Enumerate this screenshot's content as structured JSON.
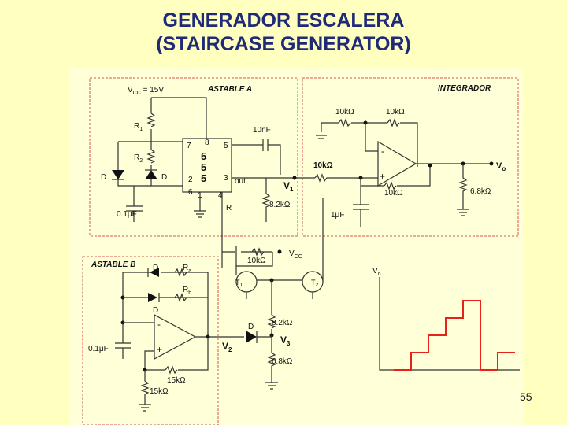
{
  "slide": {
    "title_line1": "GENERADOR ESCALERA",
    "title_line2": "(STAIRCASE GENERATOR)",
    "page_number": "55"
  },
  "colors": {
    "background": "#ffffc0",
    "title": "#1f2a78",
    "panel": "#ffffd8",
    "dashed_box": "#d9534f",
    "wire": "#333333",
    "staircase": "#e8221b"
  },
  "circuit": {
    "vcc": "V",
    "vcc_sub": "CC",
    "vcc_eq": " = 15V",
    "astable_a": "ASTABLE A",
    "integrador": "INTEGRADOR",
    "astable_b": "ASTABLE B",
    "r1": "R",
    "r1_sub": "1",
    "r2": "R",
    "r2_sub": "2",
    "ic_digit_1": "5",
    "ic_digit_2": "5",
    "ic_digit_3": "5",
    "pin_7": "7",
    "pin_8": "8",
    "pin_5": "5",
    "pin_2": "2",
    "pin_3": "3",
    "pin_6": "6",
    "pin_1": "1",
    "pin_4": "4",
    "out": "out",
    "r_label": "R",
    "c_10nf": "10nF",
    "r_8k2_a": "8.2kΩ",
    "v1": "V",
    "v1_sub": "1",
    "c_01uf_a": "0.1μF",
    "diode_left": "D",
    "diode_right": "D",
    "r_10k_a": "10kΩ",
    "r_10k_b": "10kΩ",
    "r_10k_in": "10kΩ",
    "r_10k_bot": "10kΩ",
    "r_6k8_a": "6.8kΩ",
    "c_1uf": "1μF",
    "vo": "V",
    "vo_sub": "o",
    "op_minus_a": "-",
    "op_plus_a": "+",
    "r_10k_t": "10kΩ",
    "vcc2": "V",
    "vcc2_sub": "CC",
    "t1": "T",
    "t1_sub": "1",
    "t2": "T",
    "t2_sub": "2",
    "ra": "R",
    "ra_sub": "a",
    "rb": "R",
    "rb_sub": "b",
    "d_b1": "D",
    "d_b2": "D",
    "d_b3": "D",
    "c_01uf_b": "0.1μF",
    "op_minus_b": "-",
    "op_plus_b": "+",
    "r_15k_a": "15kΩ",
    "r_15k_b": "15kΩ",
    "v2": "V",
    "v2_sub": "2",
    "r_8k2_b": "8.2kΩ",
    "v3": "V",
    "v3_sub": "3",
    "r_6k8_b": "6.8kΩ",
    "graph_vo": "V",
    "graph_vo_sub": "o"
  },
  "staircase_waveform": {
    "step_levels": [
      0,
      1,
      2,
      3,
      4,
      0,
      1
    ],
    "units": "relative steps"
  }
}
